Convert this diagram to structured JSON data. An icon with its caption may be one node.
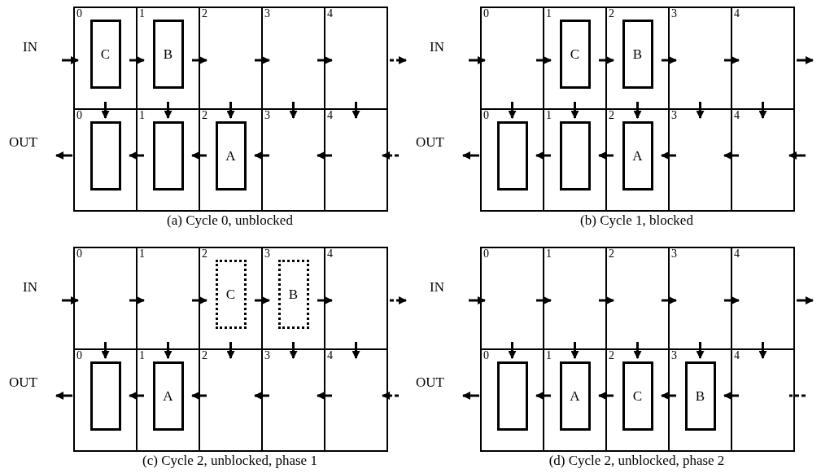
{
  "diagram": {
    "nodes": [
      {
        "text": [
          "0"
        ]
      },
      {
        "text": [
          "C"
        ],
        "in": 0
      },
      {
        "text": [
          "1"
        ]
      },
      {
        "text": [
          "B"
        ],
        "in": 2
      },
      {
        "text": [
          "2"
        ]
      },
      {
        "text": [
          "3"
        ]
      },
      {
        "text": [
          "4"
        ]
      },
      {
        "text": [
          "0"
        ]
      },
      {
        "text": [],
        "shape": "box",
        "in": 7
      },
      {
        "text": [
          "1"
        ]
      },
      {
        "text": [],
        "shape": "box",
        "in": 9
      },
      {
        "text": [
          "2"
        ]
      },
      {
        "text": [
          "A"
        ],
        "in": 11
      },
      {
        "text": [
          "3"
        ]
      },
      {
        "text": [
          "4"
        ]
      },
      {
        "text": [
          "0"
        ]
      },
      {
        "text": [
          "1"
        ]
      },
      {
        "text": [
          "C"
        ],
        "in": 16
      },
      {
        "text": [
          "2"
        ]
      },
      {
        "text": [
          "B"
        ],
        "in": 18
      },
      {
        "text": [
          "3"
        ]
      },
      {
        "text": [
          "4"
        ]
      },
      {
        "text": [
          "0"
        ]
      },
      {
        "text": [],
        "shape": "box",
        "in": 22
      },
      {
        "text": [
          "1"
        ]
      },
      {
        "text": [],
        "shape": "box",
        "in": 24
      },
      {
        "text": [
          "2"
        ]
      },
      {
        "text": [
          "A"
        ],
        "in": 26
      },
      {
        "text": [
          "3"
        ]
      },
      {
        "text": [
          "4"
        ]
      },
      {
        "text": [
          "0"
        ]
      },
      {
        "text": [
          "1"
        ]
      },
      {
        "text": [
          "2"
        ]
      },
      {
        "text": [
          "C"
        ],
        "in": 32
      },
      {
        "text": [
          "3"
        ]
      },
      {
        "text": [
          "B"
        ],
        "in": 34
      },
      {
        "text": [
          "4"
        ]
      },
      {
        "text": [
          "0"
        ]
      },
      {
        "text": [],
        "shape": "box",
        "in": 37
      },
      {
        "text": [
          "1"
        ]
      },
      {
        "text": [
          "A"
        ],
        "in": 39
      },
      {
        "text": [
          "2"
        ]
      },
      {
        "text": [
          "3"
        ]
      },
      {
        "text": [
          "4"
        ]
      },
      {
        "text": [
          "0"
        ]
      },
      {
        "text": [
          "1"
        ]
      },
      {
        "text": [
          "2"
        ]
      },
      {
        "text": [
          "3"
        ]
      },
      {
        "text": [
          "4"
        ]
      },
      {
        "text": [
          "0"
        ]
      },
      {
        "text": [],
        "shape": "box",
        "in": 49
      },
      {
        "text": [
          "1"
        ]
      },
      {
        "text": [
          "A"
        ],
        "in": 51
      },
      {
        "text": [
          "2"
        ]
      },
      {
        "text": [
          "C"
        ],
        "in": 53
      },
      {
        "text": [
          "3"
        ]
      },
      {
        "text": [
          "B"
        ],
        "in": 55
      },
      {
        "text": [
          "4"
        ]
      }
    ],
    "edges": [
      {
        "from": null,
        "to": 0,
        "arrow": "to"
      },
      {
        "from": 0,
        "to": 2,
        "arrow": "to"
      },
      {
        "from": 2,
        "to": 4,
        "arrow": "to"
      },
      {
        "from": 4,
        "to": 5,
        "arrow": "to"
      },
      {
        "from": 5,
        "to": 6,
        "arrow": "to"
      },
      {
        "from": 6,
        "to": null,
        "arrow": "to",
        "style": "dashed"
      },
      {
        "from": 0,
        "to": 7,
        "arrow": "to"
      },
      {
        "from": 2,
        "to": 9,
        "arrow": "to"
      },
      {
        "from": 4,
        "to": 11,
        "arrow": "to"
      },
      {
        "from": 5,
        "to": 13,
        "arrow": "to"
      },
      {
        "from": 6,
        "to": 14,
        "arrow": "to"
      },
      {
        "from": 7,
        "to": null,
        "arrow": "to"
      },
      {
        "from": 9,
        "to": 7,
        "arrow": "to"
      },
      {
        "from": 11,
        "to": 9,
        "arrow": "to"
      },
      {
        "from": 13,
        "to": 11,
        "arrow": "to"
      },
      {
        "from": 14,
        "to": 13,
        "arrow": "to"
      },
      {
        "from": null,
        "to": 14,
        "arrow": "to",
        "style": "dashed"
      },
      {
        "from": null,
        "to": 15,
        "arrow": "to"
      },
      {
        "from": 15,
        "to": 16,
        "arrow": "to"
      },
      {
        "from": 16,
        "to": 18,
        "arrow": "to"
      },
      {
        "from": 18,
        "to": 20,
        "arrow": "to"
      },
      {
        "from": 20,
        "to": 21,
        "arrow": "to"
      },
      {
        "from": 21,
        "to": null,
        "arrow": "to"
      },
      {
        "from": 15,
        "to": 22,
        "arrow": "to"
      },
      {
        "from": 16,
        "to": 24,
        "arrow": "to"
      },
      {
        "from": 18,
        "to": 26,
        "arrow": "to"
      },
      {
        "from": 20,
        "to": 28,
        "arrow": "to"
      },
      {
        "from": 21,
        "to": 29,
        "arrow": "to"
      },
      {
        "from": 22,
        "to": null,
        "arrow": "to"
      },
      {
        "from": 24,
        "to": 22,
        "arrow": "to"
      },
      {
        "from": 26,
        "to": 24,
        "arrow": "to"
      },
      {
        "from": 28,
        "to": 26,
        "arrow": "to"
      },
      {
        "from": 29,
        "to": 28,
        "arrow": "to"
      },
      {
        "from": null,
        "to": 29,
        "arrow": "to"
      },
      {
        "from": null,
        "to": 30,
        "arrow": "to"
      },
      {
        "from": 30,
        "to": 31,
        "arrow": "to"
      },
      {
        "from": 31,
        "to": 32,
        "arrow": "to"
      },
      {
        "from": 32,
        "to": 34,
        "arrow": "to"
      },
      {
        "from": 34,
        "to": 36,
        "arrow": "to"
      },
      {
        "from": 36,
        "to": null,
        "arrow": "to",
        "style": "dashed"
      },
      {
        "from": 30,
        "to": 37,
        "arrow": "to"
      },
      {
        "from": 31,
        "to": 39,
        "arrow": "to"
      },
      {
        "from": 32,
        "to": 41,
        "arrow": "to"
      },
      {
        "from": 34,
        "to": 42,
        "arrow": "to"
      },
      {
        "from": 36,
        "to": 43,
        "arrow": "to"
      },
      {
        "from": 37,
        "to": null,
        "arrow": "to"
      },
      {
        "from": 39,
        "to": 37,
        "arrow": "to"
      },
      {
        "from": 41,
        "to": 39,
        "arrow": "to"
      },
      {
        "from": 42,
        "to": 41,
        "arrow": "to"
      },
      {
        "from": 43,
        "to": 42,
        "arrow": "to"
      },
      {
        "from": null,
        "to": 43,
        "arrow": "to",
        "style": "dashed"
      },
      {
        "from": null,
        "to": 44,
        "arrow": "to"
      },
      {
        "from": 44,
        "to": 45,
        "arrow": "to"
      },
      {
        "from": 45,
        "to": 46,
        "arrow": "to"
      },
      {
        "from": 46,
        "to": 47,
        "arrow": "to"
      },
      {
        "from": 47,
        "to": 48,
        "arrow": "to"
      },
      {
        "from": 48,
        "to": null,
        "arrow": "to"
      },
      {
        "from": 44,
        "to": 49,
        "arrow": "to"
      },
      {
        "from": 45,
        "to": 51,
        "arrow": "to"
      },
      {
        "from": 46,
        "to": 53,
        "arrow": "to"
      },
      {
        "from": 47,
        "to": 55,
        "arrow": "to"
      },
      {
        "from": 48,
        "to": 57,
        "arrow": "to"
      },
      {
        "from": 49,
        "to": null,
        "arrow": "to"
      },
      {
        "from": 51,
        "to": 49,
        "arrow": "to"
      },
      {
        "from": 53,
        "to": 51,
        "arrow": "to"
      },
      {
        "from": 55,
        "to": 53,
        "arrow": "to"
      },
      {
        "from": 57,
        "to": 55,
        "arrow": "to"
      },
      {
        "from": null,
        "to": 57,
        "arrow": "none",
        "style": "dashed"
      }
    ],
    "labels": [
      "IN",
      "OUT",
      "(a) Cycle 0, unblocked",
      "IN",
      "OUT",
      "(b) Cycle 1, blocked",
      "IN",
      "OUT",
      "(c) Cycle 2, unblocked, phase 1",
      "IN",
      "OUT",
      "(d) Cycle 2, unblocked, phase 2"
    ]
  }
}
